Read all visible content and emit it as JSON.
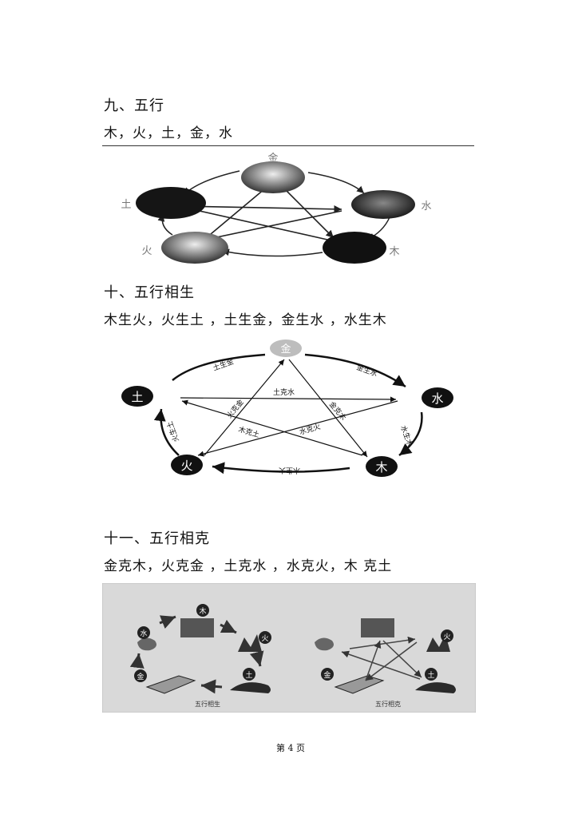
{
  "sections": {
    "s9": {
      "heading": "九、五行",
      "line": "木，火，土，金，水"
    },
    "s10": {
      "heading": "十、五行相生",
      "line": "木生火，火生土 ，土生金，金生水 ，水生木"
    },
    "s11": {
      "heading": "十一、五行相克",
      "line": "金克木，火克金 ，土克水 ，水克火，木 克土"
    }
  },
  "diagram1": {
    "labels": {
      "jin": "金",
      "shui": "水",
      "mu": "木",
      "huo": "火",
      "tu": "土"
    }
  },
  "diagram2": {
    "nodes": {
      "jin": "金",
      "shui": "水",
      "mu": "木",
      "huo": "火",
      "tu": "土"
    },
    "arc_labels": {
      "tu_jin": "土生金",
      "jin_shui": "金生水",
      "shui_mu": "水生木",
      "mu_huo": "木生火",
      "huo_tu": "火生土"
    },
    "star_labels": {
      "tu_shui": "土克水",
      "huo_jin": "火克金",
      "jin_mu": "金克木",
      "mu_tu": "木克土",
      "shui_huo": "水克火"
    }
  },
  "photo": {
    "left_nodes": {
      "mu": "木",
      "huo": "火",
      "shui": "水",
      "tu": "土",
      "jin": "金"
    },
    "right_nodes": {
      "huo": "火",
      "tu": "土",
      "jin": "金"
    },
    "left_caption": "五行相生",
    "right_caption": "五行相克"
  },
  "page_number": "第 4 页"
}
